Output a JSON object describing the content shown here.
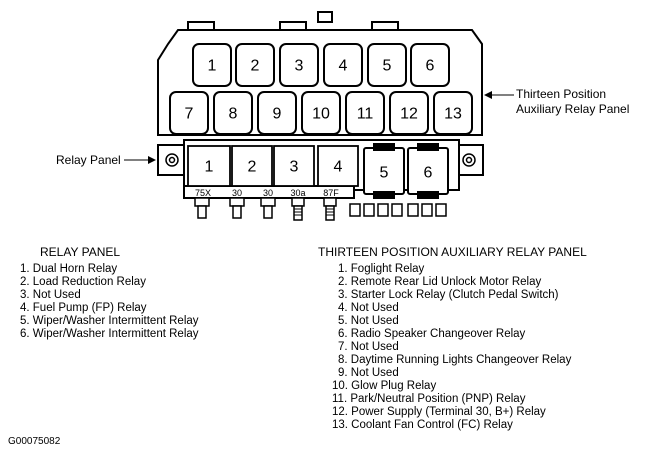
{
  "callouts": {
    "aux_panel": [
      "Thirteen Position",
      "Auxiliary Relay Panel"
    ],
    "relay_panel": "Relay Panel"
  },
  "aux_relay_numbers": [
    "1",
    "2",
    "3",
    "4",
    "5",
    "6",
    "7",
    "8",
    "9",
    "10",
    "11",
    "12",
    "13"
  ],
  "relay_panel_numbers": [
    "1",
    "2",
    "3",
    "4",
    "5",
    "6"
  ],
  "terminals": [
    "75X",
    "30",
    "30",
    "30a",
    "87F"
  ],
  "relay_panel_legend": {
    "title": "RELAY PANEL",
    "items": [
      "1. Dual Horn Relay",
      "2. Load Reduction Relay",
      "3. Not Used",
      "4. Fuel Pump (FP) Relay",
      "5. Wiper/Washer Intermittent Relay",
      "6. Wiper/Washer Intermittent Relay"
    ]
  },
  "aux_panel_legend": {
    "title": "THIRTEEN POSITION AUXILIARY RELAY PANEL",
    "items": [
      "1. Foglight Relay",
      "2. Remote Rear Lid Unlock Motor Relay",
      "3. Starter Lock Relay (Clutch Pedal Switch)",
      "4. Not Used",
      "5. Not Used",
      "6. Radio Speaker Changeover Relay",
      "7. Not Used",
      "8. Daytime Running Lights Changeover Relay",
      "9. Not Used",
      "10. Glow Plug Relay",
      "11. Park/Neutral Position (PNP) Relay",
      "12. Power Supply (Terminal 30, B+) Relay",
      "13. Coolant Fan Control (FC) Relay"
    ]
  },
  "figure_code": "G00075082"
}
